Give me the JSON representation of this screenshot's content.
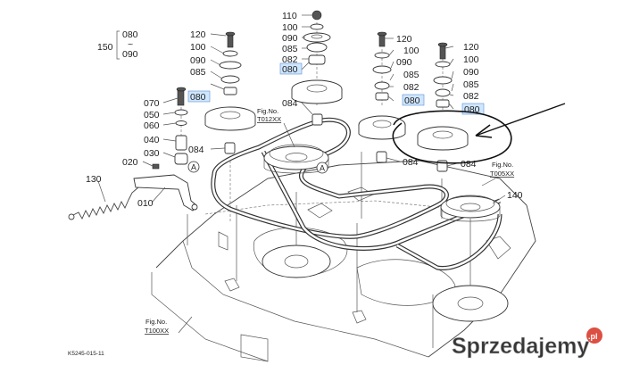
{
  "labels": {
    "l110": "110",
    "l100a": "100",
    "l090a": "090",
    "l085a": "085",
    "l080a": "080",
    "l082a": "082",
    "l084a": "084",
    "l120b": "120",
    "l100b": "100",
    "l090b": "090",
    "l085b": "085",
    "l080b": "080",
    "l120c": "120",
    "l100c": "100",
    "l090c": "090",
    "l085c": "085",
    "l082c": "082",
    "l080c": "080",
    "l084c": "084",
    "l120d": "120",
    "l100d": "100",
    "l090d": "090",
    "l085d": "085",
    "l082d": "082",
    "l080d": "080",
    "l084d": "084",
    "l070": "070",
    "l050": "050",
    "l060": "060",
    "l040": "040",
    "l030": "030",
    "l020": "020",
    "l010": "010",
    "l080e": "080",
    "l084e": "084",
    "l130": "130",
    "l140": "140",
    "l150": "150",
    "l150top": "080",
    "l150tilde": "~",
    "l150bot": "090",
    "markA1": "A",
    "markA2": "A"
  },
  "figrefs": {
    "f1": "Fig.No.",
    "f1b": "T012XX",
    "f2": "Fig.No.",
    "f2b": "T005XX",
    "f3": "Fig.No.",
    "f3b": "T100XX"
  },
  "footer": {
    "code": "K5245-015-11"
  },
  "watermark": {
    "text": "Sprzedajemy",
    "suffix": ".pl",
    "brand_color": "#d93c2e"
  },
  "annotation": {
    "type": "freehand ellipse with arrow",
    "color": "#111111"
  }
}
